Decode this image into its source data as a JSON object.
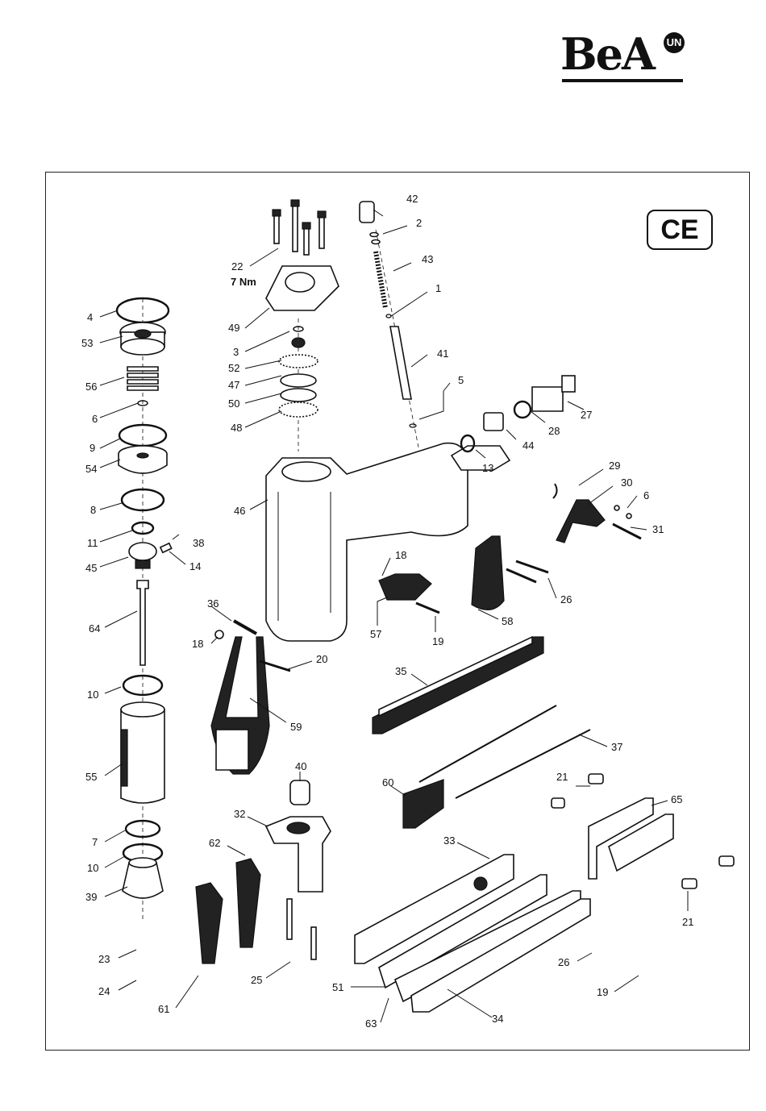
{
  "brand": {
    "logo_text": "BeA",
    "logo_mark": "UN"
  },
  "certification_mark": "CE",
  "torque_note": "7 Nm",
  "callouts": {
    "c42": "42",
    "c2": "2",
    "c43": "43",
    "c1": "1",
    "c41": "41",
    "c5": "5",
    "c27": "27",
    "c28": "28",
    "c44": "44",
    "c13": "13",
    "c29": "29",
    "c30": "30",
    "c6b": "6",
    "c31": "31",
    "c22": "22",
    "c49": "49",
    "c3": "3",
    "c52": "52",
    "c47": "47",
    "c50": "50",
    "c48": "48",
    "c4": "4",
    "c53": "53",
    "c56": "56",
    "c6a": "6",
    "c9": "9",
    "c54": "54",
    "c8": "8",
    "c11": "11",
    "c38": "38",
    "c45": "45",
    "c14": "14",
    "c46": "46",
    "c18a": "18",
    "c57": "57",
    "c19a": "19",
    "c58": "58",
    "c26a": "26",
    "c64": "64",
    "c36": "36",
    "c18b": "18",
    "c20": "20",
    "c10a": "10",
    "c59": "59",
    "c35": "35",
    "c37": "37",
    "c55": "55",
    "c40": "40",
    "c60": "60",
    "c21a": "21",
    "c65": "65",
    "c32": "32",
    "c7": "7",
    "c62": "62",
    "c10b": "10",
    "c39": "39",
    "c33": "33",
    "c21b": "21",
    "c23": "23",
    "c24": "24",
    "c26b": "26",
    "c19b": "19",
    "c25": "25",
    "c51": "51",
    "c61": "61",
    "c63": "63",
    "c34": "34"
  }
}
